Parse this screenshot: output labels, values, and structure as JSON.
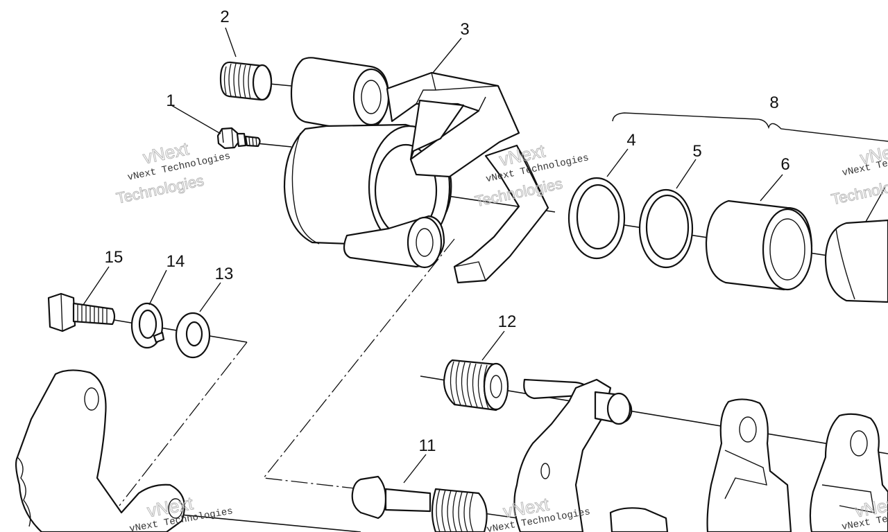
{
  "callouts": [
    {
      "id": "1",
      "label": "1"
    },
    {
      "id": "2",
      "label": "2"
    },
    {
      "id": "3",
      "label": "3"
    },
    {
      "id": "4",
      "label": "4"
    },
    {
      "id": "5",
      "label": "5"
    },
    {
      "id": "6",
      "label": "6"
    },
    {
      "id": "8",
      "label": "8"
    },
    {
      "id": "11",
      "label": "11"
    },
    {
      "id": "12",
      "label": "12"
    },
    {
      "id": "13",
      "label": "13"
    },
    {
      "id": "14",
      "label": "14"
    },
    {
      "id": "15",
      "label": "15"
    }
  ],
  "watermark": {
    "company": "vNext Technologies",
    "brand": "vNext",
    "word": "Technologies"
  }
}
